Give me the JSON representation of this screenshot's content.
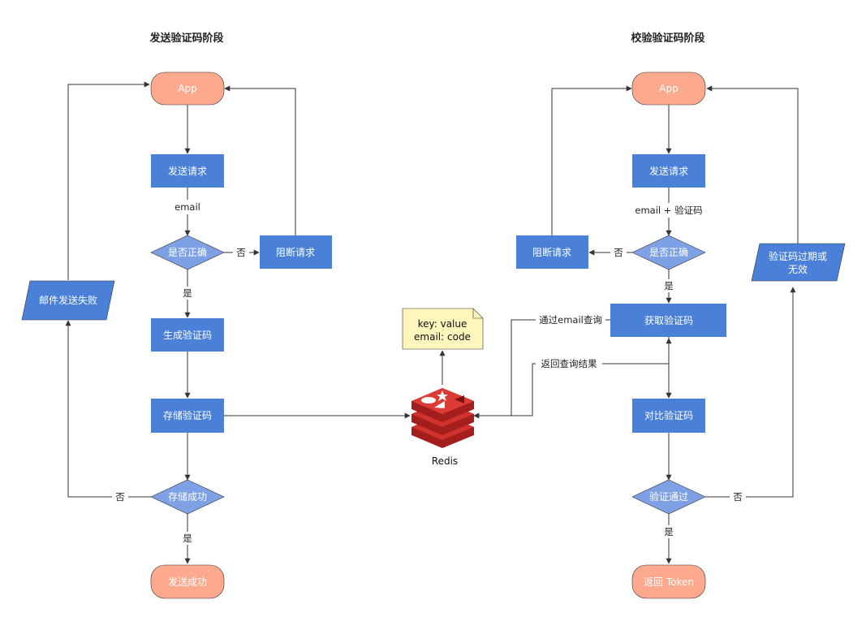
{
  "titles": {
    "left": "发送验证码阶段",
    "right": "校验验证码阶段"
  },
  "colors": {
    "start_end": "#fda98e",
    "process": "#4a80d8",
    "decision": "#7ea1e6",
    "note": "#fff6bd",
    "redis": "#d1322e",
    "line": "#333333"
  },
  "left": {
    "app": "App",
    "send_request": "发送请求",
    "email_label": "email",
    "is_correct": "是否正确",
    "no_1": "否",
    "block_request": "阻断请求",
    "yes_1": "是",
    "gen_code": "生成验证码",
    "store_code": "存储验证码",
    "store_success": "存储成功",
    "no_2": "否",
    "mail_fail": "邮件发送失败",
    "yes_2": "是",
    "send_success": "发送成功"
  },
  "redis": {
    "label": "Redis",
    "note_line1": "key: value",
    "note_line2": "email: code",
    "icon": "redis-icon"
  },
  "right": {
    "app": "App",
    "send_request": "发送请求",
    "email_code_label": "email + 验证码",
    "is_correct": "是否正确",
    "no_1": "否",
    "block_request": "阻断请求",
    "yes_1": "是",
    "get_code": "获取验证码",
    "query_label": "通过email查询",
    "return_label": "返回查询结果",
    "compare_code": "对比验证码",
    "verify_pass": "验证通过",
    "no_2": "否",
    "expired_line1": "验证码过期或",
    "expired_line2": "无效",
    "yes_2": "是",
    "return_token": "返回 Token"
  }
}
